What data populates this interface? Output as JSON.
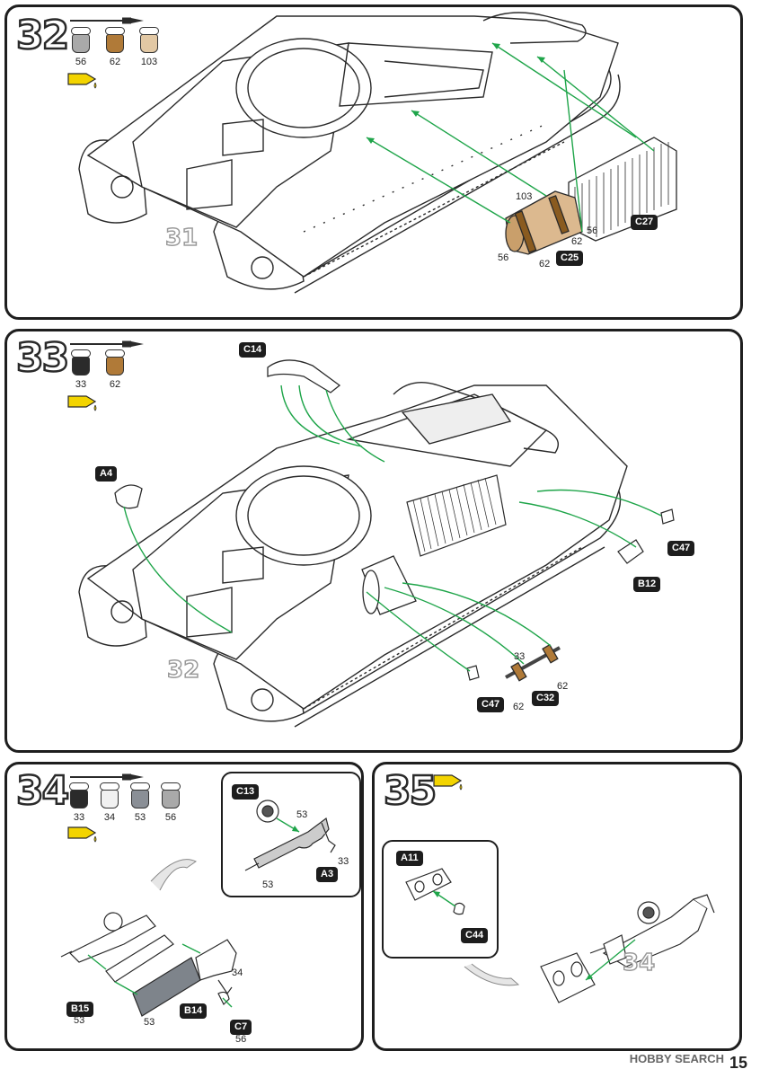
{
  "steps": {
    "s32": {
      "number": "32",
      "paints": [
        {
          "code": "56",
          "color": "#a9a9a9"
        },
        {
          "code": "62",
          "color": "#b07a38"
        },
        {
          "code": "103",
          "color": "#e2c8a4"
        }
      ],
      "ref": "31",
      "tags": {
        "c27": "C27",
        "c25": "C25"
      },
      "nums": {
        "n103": "103",
        "n56a": "56",
        "n62a": "62",
        "n56b": "56",
        "n62b": "62"
      }
    },
    "s33": {
      "number": "33",
      "paints": [
        {
          "code": "33",
          "color": "#2b2b2b"
        },
        {
          "code": "62",
          "color": "#b07a38"
        }
      ],
      "ref": "32",
      "tags": {
        "c14": "C14",
        "a4": "A4",
        "c47a": "C47",
        "b12": "B12",
        "c32": "C32",
        "c47b": "C47"
      },
      "nums": {
        "n33": "33",
        "n62a": "62",
        "n62b": "62"
      }
    },
    "s34": {
      "number": "34",
      "paints": [
        {
          "code": "33",
          "color": "#2b2b2b"
        },
        {
          "code": "34",
          "color": "#f1f1f1"
        },
        {
          "code": "53",
          "color": "#8a8f96"
        },
        {
          "code": "56",
          "color": "#a9a9a9"
        }
      ],
      "tags": {
        "c13": "C13",
        "a3": "A3",
        "b15": "B15",
        "b14": "B14",
        "c7": "C7"
      },
      "nums": {
        "i53a": "53",
        "i33": "33",
        "i53b": "53",
        "m34": "34",
        "m53a": "53",
        "m53b": "53",
        "m56": "56"
      }
    },
    "s35": {
      "number": "35",
      "ref": "34",
      "tags": {
        "a11": "A11",
        "c44": "C44"
      }
    }
  },
  "footer": {
    "watermark": "HOBBY SEARCH",
    "page": "15"
  },
  "colors": {
    "arrow": "#1fa54a",
    "glue": "#f3d400",
    "line": "#2a2a2a"
  }
}
